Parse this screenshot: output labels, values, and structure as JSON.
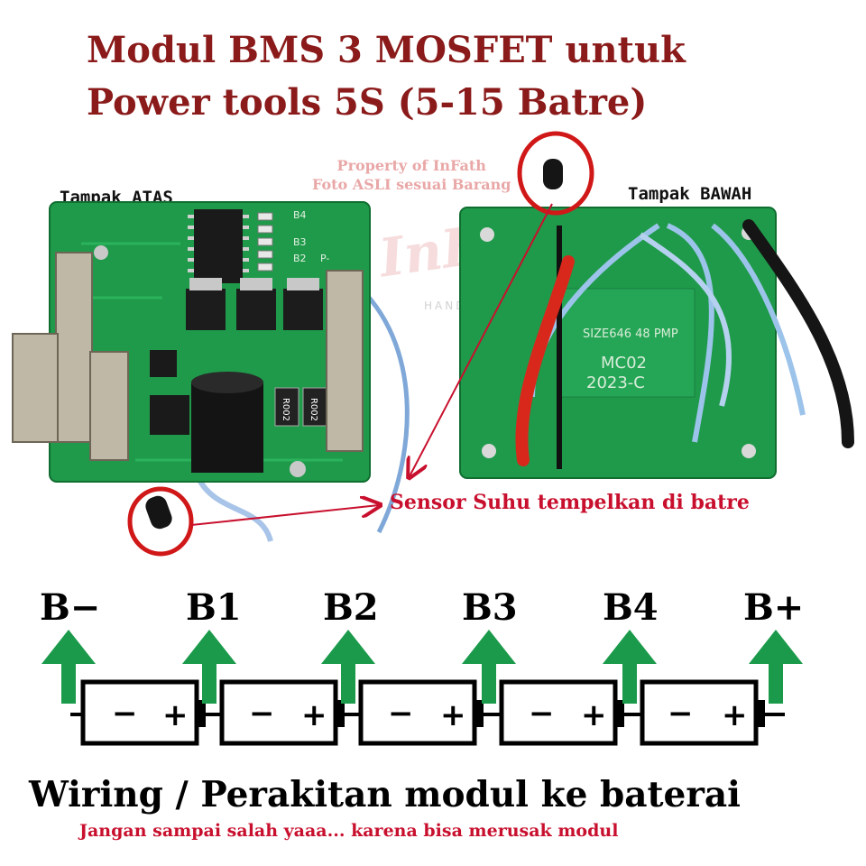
{
  "title": {
    "line1": "Modul  BMS  3 MOSFET  untuk",
    "line2": "Power tools  5S (5-15 Batre)"
  },
  "watermark": {
    "line1": "Property of InFath",
    "line2": "Foto ASLI sesuai Barang",
    "logo_text": "InFath",
    "logo_subtext": "HANDWE"
  },
  "views": {
    "top": "Tampak  ATAS",
    "bottom": "Tampak  BAWAH"
  },
  "board_markings": {
    "b4": "B4",
    "b3": "B3",
    "b2": "B2",
    "pminus": "P-",
    "resistor_code": "R002",
    "ic_code": "SIZE646 48 PMP",
    "mc_code": "MC02",
    "year_code": "2023-C"
  },
  "sensor_note": "Sensor Suhu tempelkan di batre",
  "terminals": [
    "B−",
    "B1",
    "B2",
    "B3",
    "B4",
    "B+"
  ],
  "cell_count": 5,
  "cell_polarity": {
    "minus": "−",
    "plus": "+"
  },
  "wiring_caption": "Wiring / Perakitan modul ke baterai",
  "warning": "Jangan sampai salah yaaa...  karena bisa merusak modul",
  "colors": {
    "title": "#8b1a1a",
    "alert": "#c8102e",
    "pcb": "#1f9a4a",
    "arrow": "#1a9a4a",
    "circle": "#d01818"
  }
}
